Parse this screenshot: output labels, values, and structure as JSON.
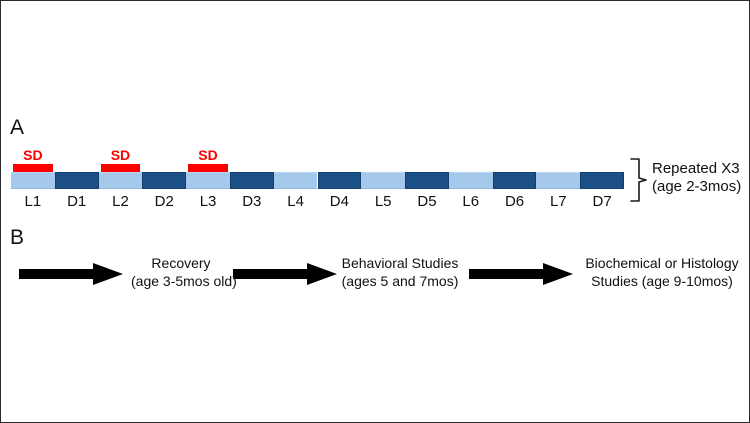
{
  "figure": {
    "panel_a_label": "A",
    "panel_b_label": "B"
  },
  "panel_a": {
    "repeated_line1": "Repeated X3",
    "repeated_line2": "(age 2-3mos)",
    "sd_markers": [
      {
        "label": "SD",
        "over_segment": "L1"
      },
      {
        "label": "SD",
        "over_segment": "L2"
      },
      {
        "label": "SD",
        "over_segment": "L3"
      }
    ],
    "segments": [
      {
        "label": "L1",
        "phase": "light"
      },
      {
        "label": "D1",
        "phase": "dark"
      },
      {
        "label": "L2",
        "phase": "light"
      },
      {
        "label": "D2",
        "phase": "dark"
      },
      {
        "label": "L3",
        "phase": "light"
      },
      {
        "label": "D3",
        "phase": "dark"
      },
      {
        "label": "L4",
        "phase": "light"
      },
      {
        "label": "D4",
        "phase": "dark"
      },
      {
        "label": "L5",
        "phase": "light"
      },
      {
        "label": "D5",
        "phase": "dark"
      },
      {
        "label": "L6",
        "phase": "light"
      },
      {
        "label": "D6",
        "phase": "dark"
      },
      {
        "label": "L7",
        "phase": "light"
      },
      {
        "label": "D7",
        "phase": "dark"
      }
    ],
    "colors": {
      "light_phase": "#a4c9ea",
      "dark_phase": "#1b4f86",
      "sd_marker": "#ff0000"
    }
  },
  "panel_b": {
    "steps": [
      {
        "line1": "Recovery",
        "line2": "(age 3-5mos old)"
      },
      {
        "line1": "Behavioral Studies",
        "line2": "(ages 5 and 7mos)"
      },
      {
        "line1": "Biochemical or Histology",
        "line2": "Studies (age 9-10mos)"
      }
    ],
    "arrow_count": 3,
    "arrow_color": "#000000"
  }
}
